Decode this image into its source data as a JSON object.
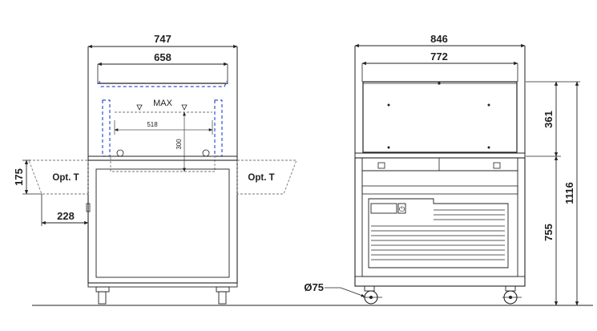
{
  "front_view": {
    "overall_width": "747",
    "inner_width": "658",
    "max_label": "MAX",
    "basin_width": "518",
    "basin_depth": "300",
    "shelf_height": "175",
    "shelf_depth": "228",
    "shelf_left_label": "Opt. T",
    "shelf_right_label": "Opt. T"
  },
  "side_view": {
    "overall_width": "846",
    "inner_width": "772",
    "top_height": "361",
    "total_height": "1116",
    "base_height": "755",
    "wheel_diameter": "Ø75"
  },
  "colors": {
    "line": "#222222",
    "hidden_edge": "#3050d8"
  }
}
